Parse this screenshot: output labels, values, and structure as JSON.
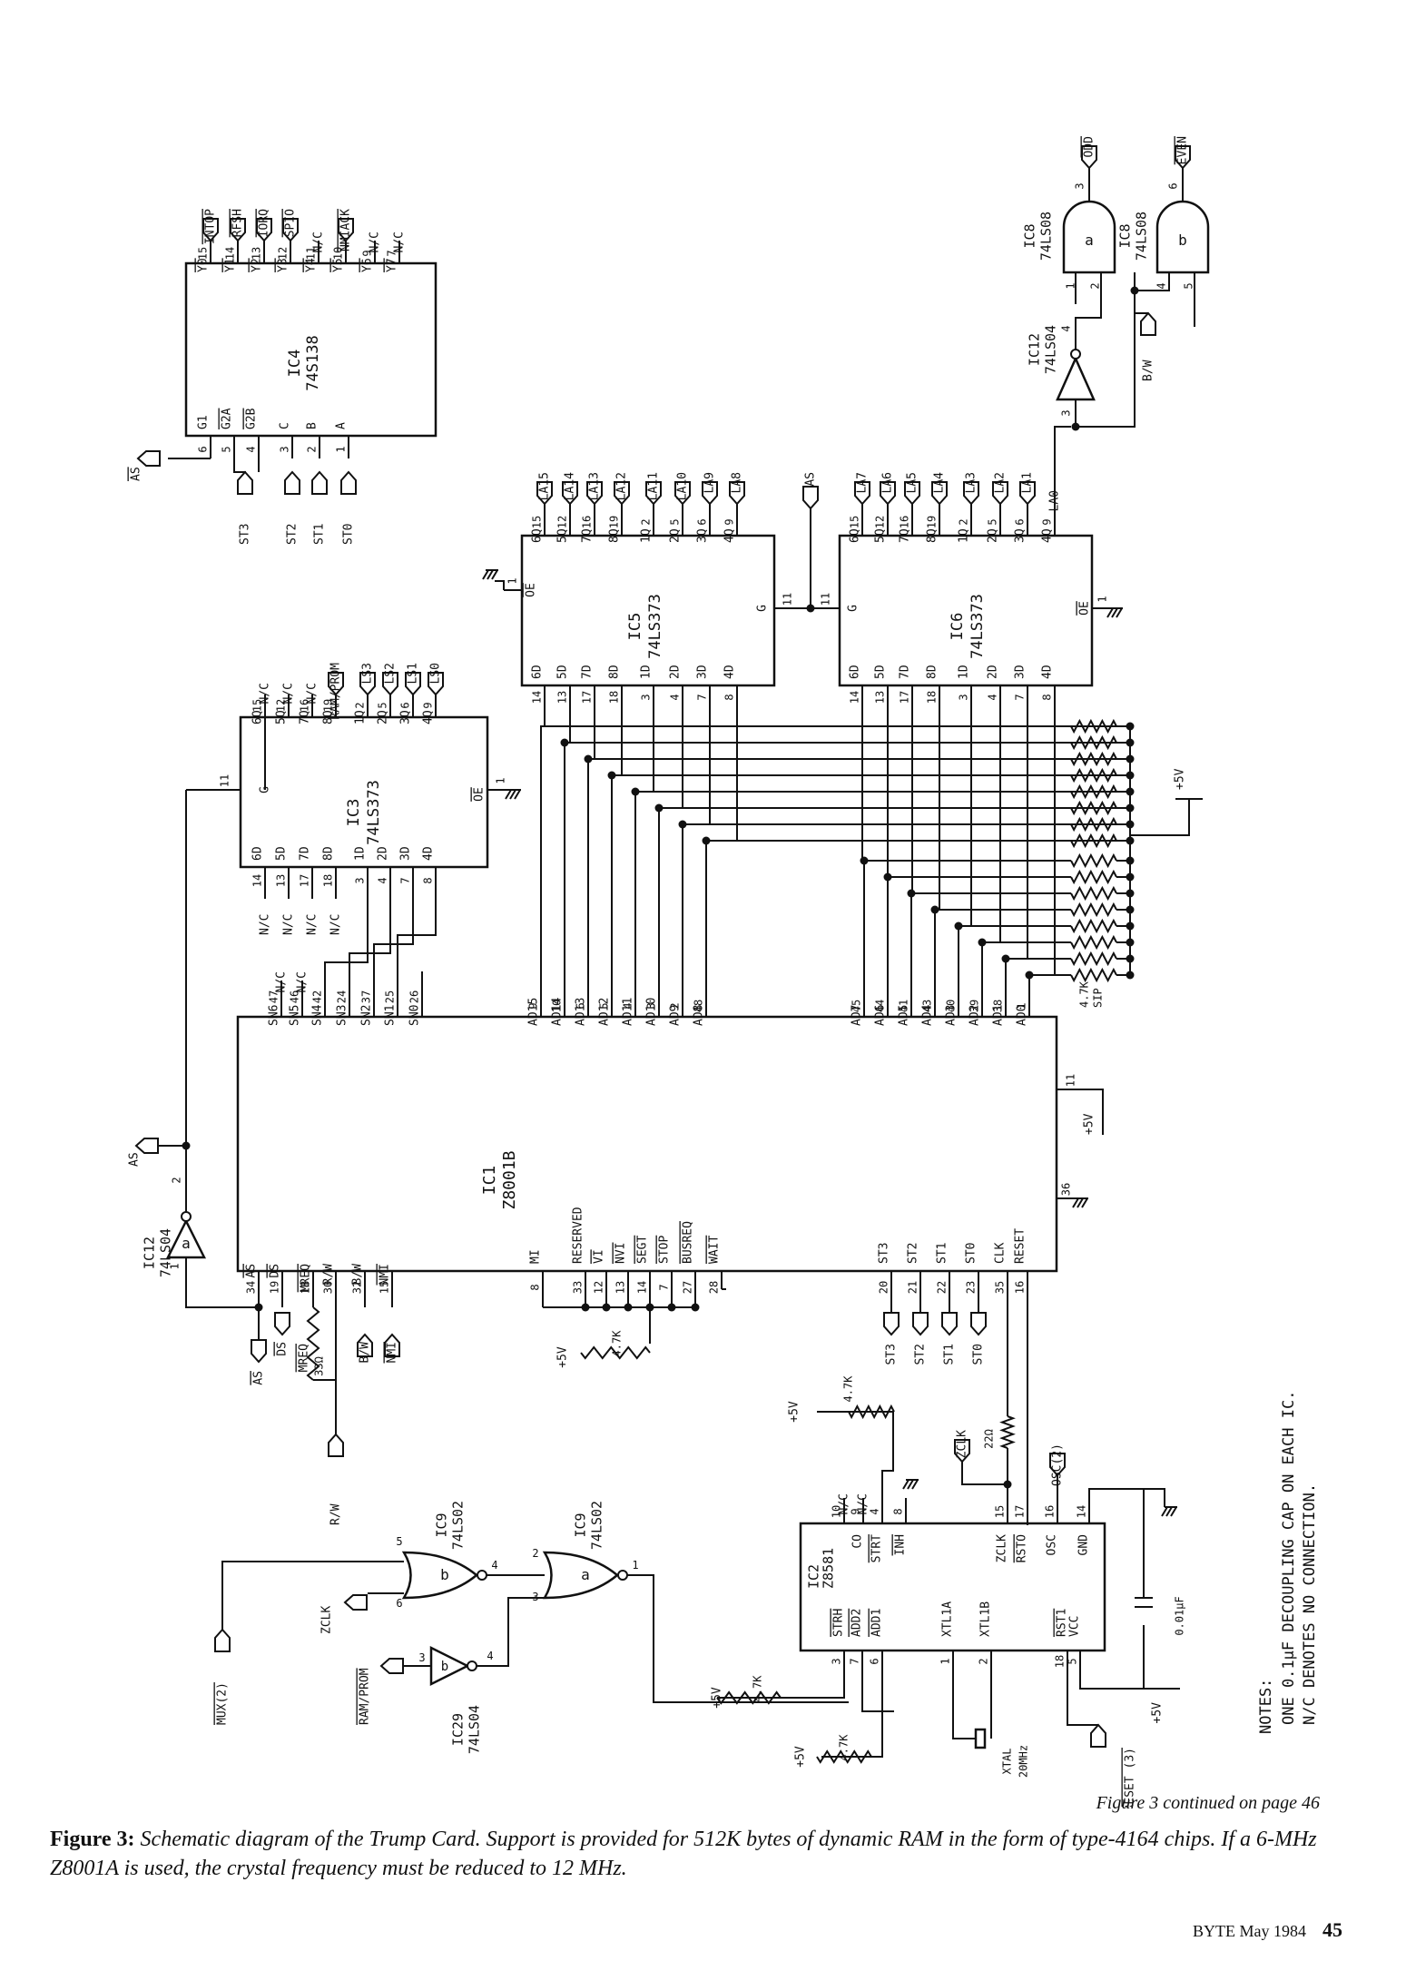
{
  "chips": {
    "ic4": {
      "ref": "IC4",
      "part": "74S138",
      "inputs": [
        {
          "pin": "6",
          "name": "G1"
        },
        {
          "pin": "5",
          "name": "G2A"
        },
        {
          "pin": "4",
          "name": "G2B"
        },
        {
          "pin": "3",
          "name": "C"
        },
        {
          "pin": "2",
          "name": "B"
        },
        {
          "pin": "1",
          "name": "A"
        }
      ],
      "outputs": [
        {
          "pin": "15",
          "name": "Y0",
          "net": "INTOP"
        },
        {
          "pin": "14",
          "name": "Y1",
          "net": "RFSH"
        },
        {
          "pin": "13",
          "name": "Y2",
          "net": "IORQ"
        },
        {
          "pin": "12",
          "name": "Y3",
          "net": "SPIO"
        },
        {
          "pin": "11",
          "name": "Y4",
          "net": "N/C"
        },
        {
          "pin": "10",
          "name": "Y5",
          "net": "NMIACK"
        },
        {
          "pin": "9",
          "name": "Y6",
          "net": "N/C"
        },
        {
          "pin": "7",
          "name": "Y7",
          "net": "N/C"
        }
      ],
      "input_nets": [
        "AS",
        "ST3",
        "ST2",
        "ST1",
        "ST0"
      ]
    },
    "ic3": {
      "ref": "IC3",
      "part": "74LS373",
      "g": "G",
      "g_pin": "11",
      "oe": "OE",
      "oe_pin": "1",
      "left": [
        {
          "pin": "14",
          "name": "6D",
          "net": "N/C"
        },
        {
          "pin": "13",
          "name": "5D",
          "net": "N/C"
        },
        {
          "pin": "17",
          "name": "7D",
          "net": "N/C"
        },
        {
          "pin": "18",
          "name": "8D",
          "net": "N/C"
        },
        {
          "pin": "3",
          "name": "1D"
        },
        {
          "pin": "4",
          "name": "2D"
        },
        {
          "pin": "7",
          "name": "3D"
        },
        {
          "pin": "8",
          "name": "4D"
        }
      ],
      "right": [
        {
          "pin": "15",
          "name": "6Q",
          "net": "N/C"
        },
        {
          "pin": "12",
          "name": "5Q",
          "net": "N/C"
        },
        {
          "pin": "16",
          "name": "7Q",
          "net": "N/C"
        },
        {
          "pin": "19",
          "name": "8Q",
          "net": "RAM/PROM"
        },
        {
          "pin": "2",
          "name": "1Q",
          "net": "LS3"
        },
        {
          "pin": "5",
          "name": "2Q",
          "net": "LS2"
        },
        {
          "pin": "6",
          "name": "3Q",
          "net": "LS1"
        },
        {
          "pin": "9",
          "name": "4Q",
          "net": "LS0"
        }
      ]
    },
    "ic5": {
      "ref": "IC5",
      "part": "74LS373",
      "g": "G",
      "g_pin": "11",
      "oe": "OE",
      "oe_pin": "1",
      "left": [
        {
          "pin": "14",
          "name": "6D"
        },
        {
          "pin": "13",
          "name": "5D"
        },
        {
          "pin": "17",
          "name": "7D"
        },
        {
          "pin": "18",
          "name": "8D"
        },
        {
          "pin": "3",
          "name": "1D"
        },
        {
          "pin": "4",
          "name": "2D"
        },
        {
          "pin": "7",
          "name": "3D"
        },
        {
          "pin": "8",
          "name": "4D"
        }
      ],
      "right": [
        {
          "pin": "15",
          "name": "6Q",
          "net": "LA15"
        },
        {
          "pin": "12",
          "name": "5Q",
          "net": "LA14"
        },
        {
          "pin": "16",
          "name": "7Q",
          "net": "LA13"
        },
        {
          "pin": "19",
          "name": "8Q",
          "net": "LA12"
        },
        {
          "pin": "2",
          "name": "1Q",
          "net": "LA11"
        },
        {
          "pin": "5",
          "name": "2Q",
          "net": "LA10"
        },
        {
          "pin": "6",
          "name": "3Q",
          "net": "LA9"
        },
        {
          "pin": "9",
          "name": "4Q",
          "net": "LA8"
        }
      ]
    },
    "ic6": {
      "ref": "IC6",
      "part": "74LS373",
      "g": "G",
      "g_pin": "11",
      "oe": "OE",
      "oe_pin": "1",
      "left": [
        {
          "pin": "14",
          "name": "6D"
        },
        {
          "pin": "13",
          "name": "5D"
        },
        {
          "pin": "17",
          "name": "7D"
        },
        {
          "pin": "18",
          "name": "8D"
        },
        {
          "pin": "3",
          "name": "1D"
        },
        {
          "pin": "4",
          "name": "2D"
        },
        {
          "pin": "7",
          "name": "3D"
        },
        {
          "pin": "8",
          "name": "4D"
        }
      ],
      "right": [
        {
          "pin": "15",
          "name": "6Q",
          "net": "LA7"
        },
        {
          "pin": "12",
          "name": "5Q",
          "net": "LA6"
        },
        {
          "pin": "16",
          "name": "7Q",
          "net": "LA5"
        },
        {
          "pin": "19",
          "name": "8Q",
          "net": "LA4"
        },
        {
          "pin": "2",
          "name": "1Q",
          "net": "LA3"
        },
        {
          "pin": "5",
          "name": "2Q",
          "net": "LA2"
        },
        {
          "pin": "6",
          "name": "3Q",
          "net": "LA1"
        },
        {
          "pin": "9",
          "name": "4Q",
          "net": "LA0"
        }
      ]
    },
    "ic1": {
      "ref": "IC1",
      "part": "Z8001B",
      "sn": [
        {
          "pin": "47",
          "name": "SN6"
        },
        {
          "pin": "46",
          "name": "SN5"
        },
        {
          "pin": "42",
          "name": "SN4"
        },
        {
          "pin": "24",
          "name": "SN3"
        },
        {
          "pin": "37",
          "name": "SN2"
        },
        {
          "pin": "25",
          "name": "SN1"
        },
        {
          "pin": "26",
          "name": "SN0"
        }
      ],
      "sn_nc": [
        "N/C",
        "N/C"
      ],
      "ad_hi": [
        {
          "pin": "9",
          "name": "AD15"
        },
        {
          "pin": "10",
          "name": "AD14"
        },
        {
          "pin": "6",
          "name": "AD13"
        },
        {
          "pin": "5",
          "name": "AD12"
        },
        {
          "pin": "4",
          "name": "AD11"
        },
        {
          "pin": "3",
          "name": "AD10"
        },
        {
          "pin": "2",
          "name": "AD9"
        },
        {
          "pin": "48",
          "name": "AD8"
        }
      ],
      "ad_lo": [
        {
          "pin": "45",
          "name": "AD7"
        },
        {
          "pin": "44",
          "name": "AD6"
        },
        {
          "pin": "41",
          "name": "AD5"
        },
        {
          "pin": "43",
          "name": "AD4"
        },
        {
          "pin": "40",
          "name": "AD3"
        },
        {
          "pin": "39",
          "name": "AD2"
        },
        {
          "pin": "38",
          "name": "AD1"
        },
        {
          "pin": "1",
          "name": "AD0"
        }
      ],
      "ctrl": [
        {
          "pin": "34",
          "name": "AS"
        },
        {
          "pin": "19",
          "name": "DS"
        },
        {
          "pin": "18",
          "name": "MREQ"
        },
        {
          "pin": "30",
          "name": "R/W"
        },
        {
          "pin": "32",
          "name": "B/W"
        },
        {
          "pin": "15",
          "name": "NMI"
        }
      ],
      "misc": [
        {
          "pin": "8",
          "name": "MI"
        },
        {
          "pin": "33",
          "name": "RESERVED"
        },
        {
          "pin": "12",
          "name": "VI"
        },
        {
          "pin": "13",
          "name": "NVI"
        },
        {
          "pin": "14",
          "name": "SEGT"
        },
        {
          "pin": "7",
          "name": "STOP"
        },
        {
          "pin": "27",
          "name": "BUSREQ"
        },
        {
          "pin": "28",
          "name": "WAIT"
        }
      ],
      "st": [
        {
          "pin": "20",
          "name": "ST3"
        },
        {
          "pin": "21",
          "name": "ST2"
        },
        {
          "pin": "22",
          "name": "ST1"
        },
        {
          "pin": "23",
          "name": "ST0"
        },
        {
          "pin": "35",
          "name": "CLK"
        },
        {
          "pin": "16",
          "name": "RESET"
        }
      ],
      "vcc_pin": "11",
      "gnd_pin": "36"
    },
    "ic2": {
      "ref": "IC2",
      "part": "Z8581",
      "left": [
        {
          "pin": "3",
          "name": "STRH"
        },
        {
          "pin": "7",
          "name": "ADD2"
        },
        {
          "pin": "6",
          "name": "ADD1"
        },
        {
          "pin": "1",
          "name": "XTL1A"
        },
        {
          "pin": "2",
          "name": "XTL1B"
        },
        {
          "pin": "18",
          "name": "RST1"
        },
        {
          "pin": "5",
          "name": "VCC"
        }
      ],
      "right": [
        {
          "pin": "10",
          "name": "N/C"
        },
        {
          "pin": "9",
          "name": "CO"
        },
        {
          "pin": "4",
          "name": "STRT"
        },
        {
          "pin": "8",
          "name": "INH"
        },
        {
          "pin": "15",
          "name": "ZCLK"
        },
        {
          "pin": "17",
          "name": "RSTO"
        },
        {
          "pin": "16",
          "name": "OSC"
        },
        {
          "pin": "14",
          "name": "GND"
        }
      ]
    },
    "ic12a": {
      "ref": "IC12",
      "part": "74LS04",
      "gate": "a",
      "in": "1",
      "out": "2"
    },
    "ic12b": {
      "ref": "IC12",
      "part": "74LS04",
      "gate": "b",
      "in": "3",
      "out": "4"
    },
    "ic8a": {
      "ref": "IC8",
      "part": "74LS08",
      "gate": "a",
      "pins": [
        "1",
        "2",
        "3"
      ],
      "out": "ODD"
    },
    "ic8b": {
      "ref": "IC8",
      "part": "74LS08",
      "gate": "b",
      "pins": [
        "4",
        "5",
        "6"
      ],
      "out": "EVEN"
    },
    "ic9a": {
      "ref": "IC9",
      "part": "74LS02",
      "gate": "a",
      "pins": [
        "2",
        "3",
        "1"
      ]
    },
    "ic9b": {
      "ref": "IC9",
      "part": "74LS02",
      "gate": "b",
      "pins": [
        "5",
        "6",
        "4"
      ]
    },
    "ic29b": {
      "ref": "IC29",
      "part": "74LS04",
      "gate": "b",
      "pins": [
        "3",
        "4"
      ]
    }
  },
  "labels": {
    "as": "AS",
    "ds": "DS",
    "mreq": "MREQ",
    "rw": "R/W",
    "bw": "B/W",
    "nmi": "NMI",
    "r33": "33Ω",
    "r47k": "4.7K",
    "plus5v": "+5V",
    "sip": "4.7K\nSIP",
    "sip_top": "4.7K",
    "sip_bot": "SIP",
    "zclk": "ZCLK",
    "r22": "22Ω",
    "osc2": "OSC(2)",
    "xtal": "XTAL",
    "xtal_f": "20MHz",
    "reset3": "RESET (3)",
    "cap": "0.01μF",
    "mux2": "MUX(2)",
    "ramprom": "RAM/PROM",
    "st3": "ST3",
    "st2": "ST2",
    "st1": "ST1",
    "st0": "ST0",
    "nc": "N/C",
    "bw_in": "B/W",
    "la0": "LA0"
  },
  "notes": {
    "title": "NOTES:",
    "line1": "ONE 0.1μF DECOUPLING CAP ON EACH IC.",
    "line2": "N/C DENOTES NO CONNECTION."
  },
  "caption": {
    "continued": "Figure 3 continued on page 46",
    "lead": "Figure 3:",
    "body": "Schematic diagram of the Trump Card. Support is provided for 512K bytes of dynamic RAM in the form of type-4164 chips. If a 6-MHz Z8001A is used, the crystal frequency must be reduced to 12 MHz."
  },
  "footer": {
    "magazine": "BYTE May 1984",
    "page": "45"
  }
}
